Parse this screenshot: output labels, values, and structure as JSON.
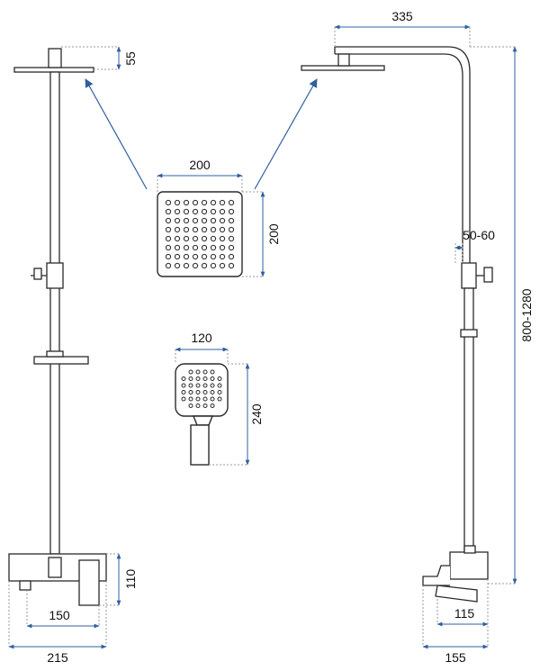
{
  "colors": {
    "line": "#2a2a2a",
    "dimension": "#2f5f9f",
    "dashed": "#9a9a9a",
    "background": "#ffffff"
  },
  "dimensions": {
    "front_head_height": "55",
    "side_arm_length": "335",
    "head_width": "200",
    "head_height": "200",
    "wall_gap": "50-60",
    "total_height": "800-1280",
    "hand_width": "120",
    "hand_length": "240",
    "mixer_height": "110",
    "mixer_inner_width": "150",
    "mixer_total_width": "215",
    "side_mixer_depth": "115",
    "side_total_depth": "155"
  },
  "icons": {
    "head_dots": "rain-head-nozzle-grid",
    "hand_dots": "hand-shower-nozzle-grid"
  }
}
